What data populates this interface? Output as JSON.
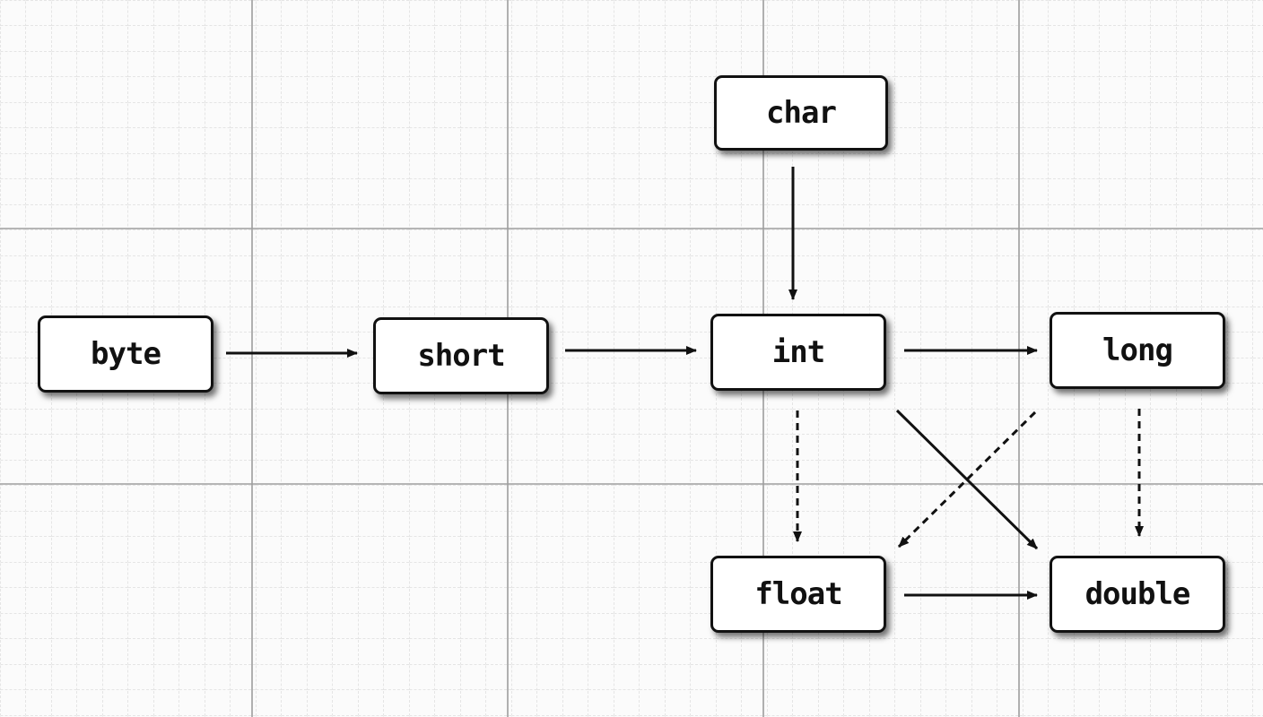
{
  "diagram": {
    "nodes": {
      "char": "char",
      "byte": "byte",
      "short": "short",
      "int": "int",
      "long": "long",
      "float": "float",
      "double": "double"
    },
    "edges": [
      {
        "from": "char",
        "to": "int",
        "style": "solid"
      },
      {
        "from": "byte",
        "to": "short",
        "style": "solid"
      },
      {
        "from": "short",
        "to": "int",
        "style": "solid"
      },
      {
        "from": "int",
        "to": "long",
        "style": "solid"
      },
      {
        "from": "int",
        "to": "float",
        "style": "dashed"
      },
      {
        "from": "int",
        "to": "double",
        "style": "solid"
      },
      {
        "from": "long",
        "to": "float",
        "style": "dashed"
      },
      {
        "from": "long",
        "to": "double",
        "style": "dashed"
      },
      {
        "from": "float",
        "to": "double",
        "style": "solid"
      }
    ]
  },
  "colors": {
    "ink": "#111111",
    "grid_minor": "#d2d2d2",
    "grid_major": "#9a9a9a",
    "node_fill": "#ffffff"
  }
}
